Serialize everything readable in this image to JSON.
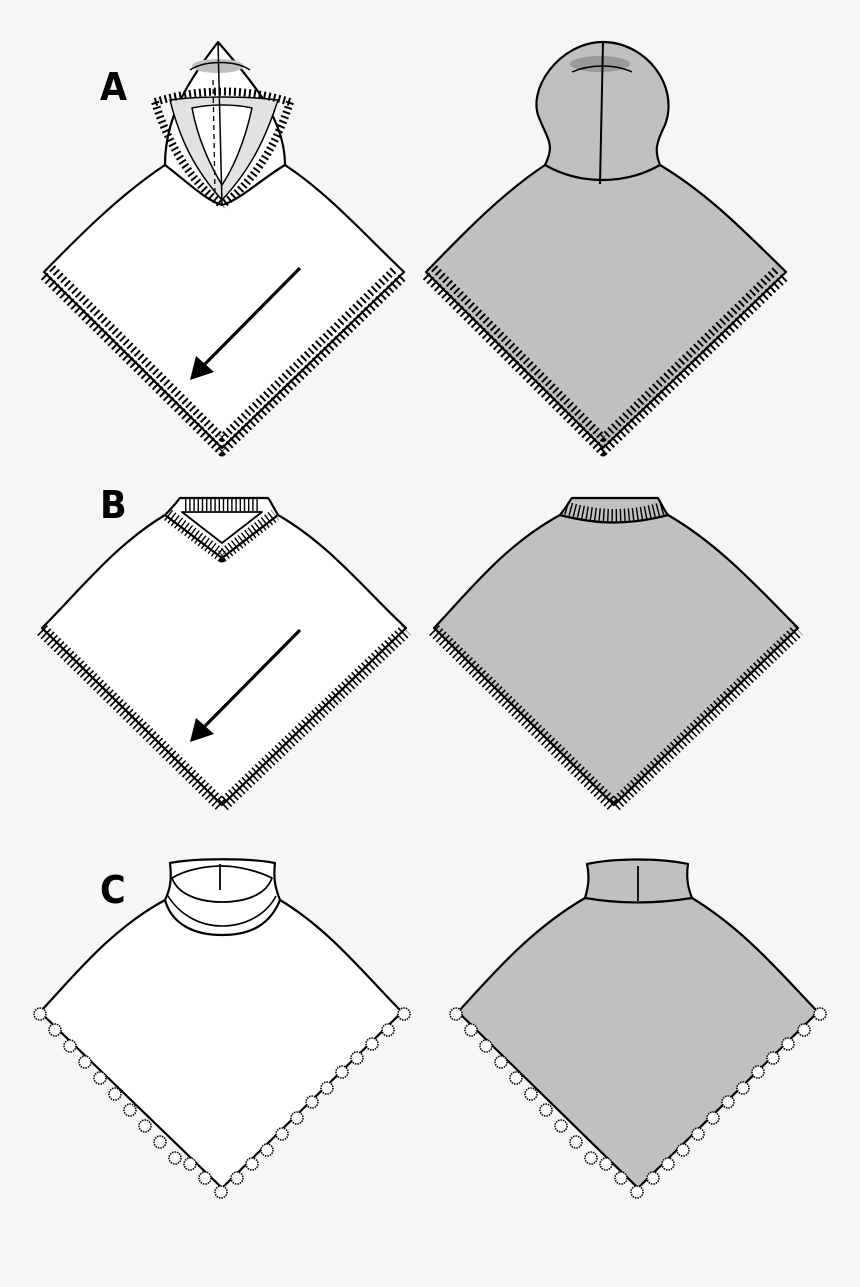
{
  "colors": {
    "background": "#f6f6f6",
    "front_fill": "#ffffff",
    "back_fill": "#c0c0c0",
    "hood_lining": "#e2e2e2",
    "stroke": "#000000"
  },
  "views": [
    {
      "label": "A",
      "front": "poncho-hood-fringe-front",
      "back": "poncho-hood-fringe-back"
    },
    {
      "label": "B",
      "front": "poncho-vneck-rib-front",
      "back": "poncho-vneck-rib-back"
    },
    {
      "label": "C",
      "front": "poncho-turtleneck-pompom-front",
      "back": "poncho-turtleneck-pompom-back"
    }
  ]
}
